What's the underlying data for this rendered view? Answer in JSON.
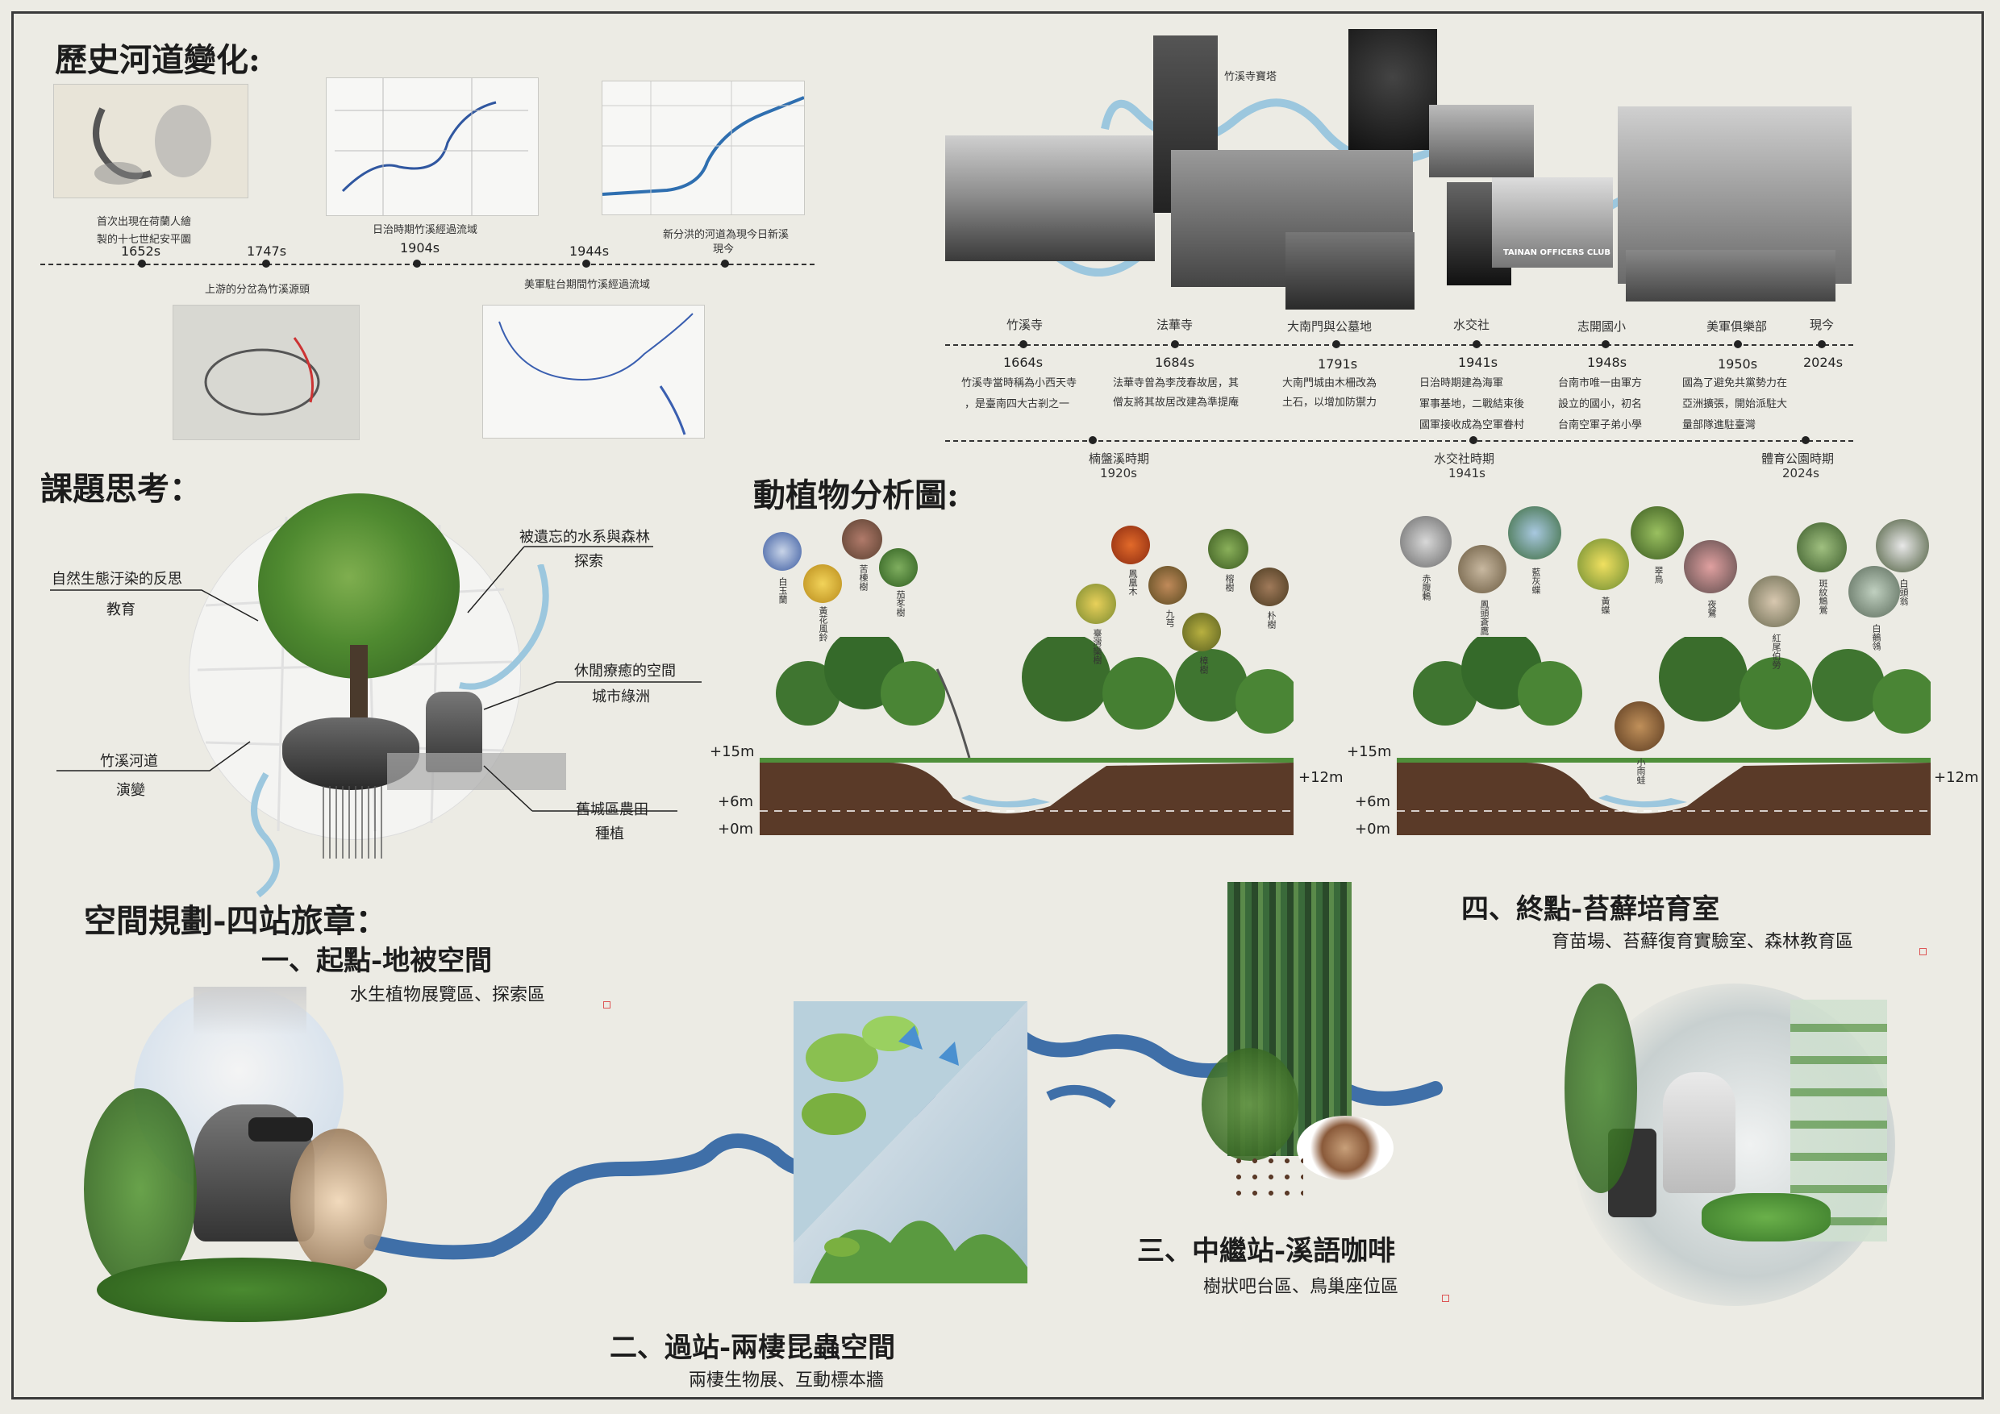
{
  "sections": {
    "history_title": "歷史河道變化:",
    "issues_title": "課題思考：",
    "ecology_title": "動植物分析圖:",
    "planning_title": "空間規劃-四站旅章："
  },
  "history": {
    "map_captions": [
      {
        "text": "首次出現在荷蘭人繪"
      },
      {
        "text": "製的十七世紀安平圖"
      },
      {
        "text": "日治時期竹溪經過流域"
      },
      {
        "text": "新分洪的河道為現今日新溪"
      },
      {
        "text": "現今"
      },
      {
        "text": "上游的分岔為竹溪源頭"
      },
      {
        "text": "美軍駐台期間竹溪經過流域"
      }
    ],
    "years": [
      "1652s",
      "1747s",
      "1904s",
      "1944s"
    ]
  },
  "timeline": {
    "photo_label": "竹溪寺寶塔",
    "club_sign": "TAINAN OFFICERS CLUB",
    "places": [
      "竹溪寺",
      "法華寺",
      "大南門與公墓地",
      "水交社",
      "志開國小",
      "美軍俱樂部",
      "現今"
    ],
    "years": [
      "1664s",
      "1684s",
      "1791s",
      "1941s",
      "1948s",
      "1950s",
      "2024s"
    ],
    "desc": [
      [
        "竹溪寺當時稱為小西天寺",
        "，是臺南四大古剎之一"
      ],
      [
        "法華寺曾為李茂春故居，其",
        "僧友將其故居改建為準提庵"
      ],
      [
        "大南門城由木柵改為",
        "土石，以增加防禦力"
      ],
      [
        "日治時期建為海軍",
        "軍事基地，二戰結束後",
        "國軍接收成為空軍眷村"
      ],
      [
        "台南市唯一由軍方",
        "設立的國小，初名",
        "台南空軍子弟小學"
      ],
      [
        "國為了避免共黨勢力在",
        "亞洲擴張，開始派駐大",
        "量部隊進駐臺灣"
      ]
    ],
    "periods": [
      {
        "name": "楠盤溪時期",
        "year": "1920s"
      },
      {
        "name": "水交社時期",
        "year": "1941s"
      },
      {
        "name": "體育公園時期",
        "year": "2024s"
      }
    ]
  },
  "issues": {
    "items": [
      {
        "title": "被遺忘的水系與森林",
        "sub": "探索"
      },
      {
        "title": "自然生態汙染的反思",
        "sub": "教育"
      },
      {
        "title": "休閒療癒的空間",
        "sub": "城市綠洲"
      },
      {
        "title": "竹溪河道",
        "sub": "演變"
      },
      {
        "title": "舊城區農田",
        "sub": "種植"
      }
    ]
  },
  "ecology": {
    "plants": [
      "白玉蘭",
      "黃花風鈴",
      "苦楝樹",
      "茄苳樹",
      "臺灣欒樹",
      "鳳凰木",
      "九芎",
      "樟樹",
      "榕樹",
      "朴樹"
    ],
    "animals": [
      "赤腹鶇",
      "鳳頭蒼鷹",
      "藍灰蝶",
      "黃蝶",
      "翠鳥",
      "夜鷺",
      "紅尾伯勞",
      "斑紋鷦鶯",
      "白鶺鴒",
      "白頭翁",
      "小雨蛙"
    ],
    "elevations": [
      "+15m",
      "+6m",
      "+0m",
      "+12m"
    ]
  },
  "planning": {
    "stations": [
      {
        "title": "一、起點-地被空間",
        "zones": "水生植物展覽區、探索區"
      },
      {
        "title": "二、過站-兩棲昆蟲空間",
        "zones": "兩棲生物展、互動標本牆"
      },
      {
        "title": "三、中繼站-溪語咖啡",
        "zones": "樹狀吧台區、鳥巢座位區"
      },
      {
        "title": "四、終點-苔蘚培育室",
        "zones": "育苗場、苔蘚復育實驗室、森林教育區"
      }
    ]
  },
  "colors": {
    "background": "#ecebe4",
    "river": "#9cc7de",
    "river_dark": "#2f5f9a",
    "soil": "#5a3a28",
    "grass": "#4f8f3a",
    "tree": "#3f7530"
  }
}
